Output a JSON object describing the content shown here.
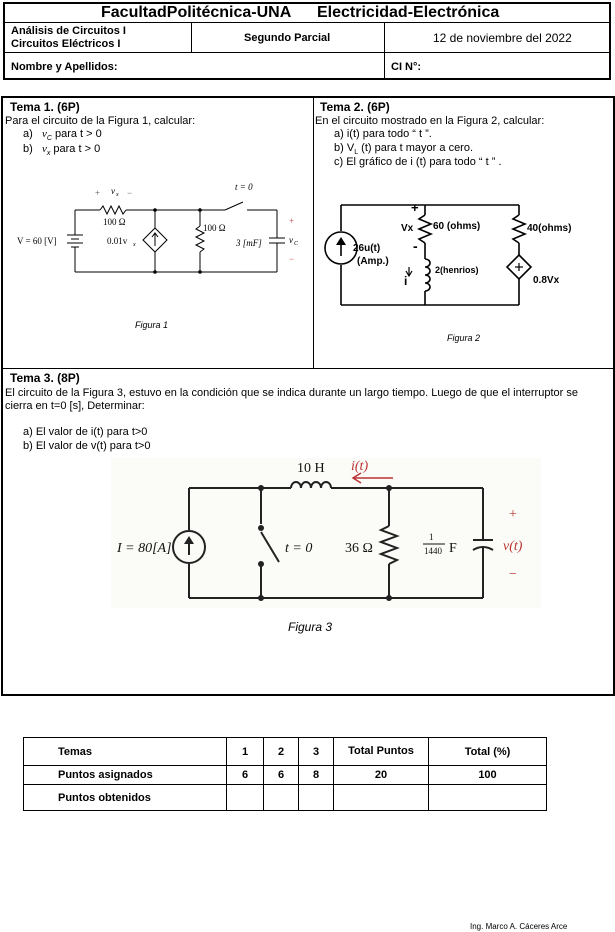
{
  "header": {
    "faculty": "FacultadPolitécnica-UNA",
    "department": "Electricidad-Electrónica",
    "course_line1": "Análisis de Circuitos I",
    "course_line2": "Circuitos Eléctricos I",
    "exam_name": "Segundo Parcial",
    "date": "12 de noviembre del 2022",
    "name_label": "Nombre y Apellidos:",
    "ci_label": "CI N°:"
  },
  "tema1": {
    "title": "Tema 1. (6P)",
    "statement": "Para el circuito de la Figura 1, calcular:",
    "items": [
      "a)",
      "b)"
    ],
    "item_a_var": "v",
    "item_a_sub": "C",
    "item_a_rest": " para t > 0",
    "item_b_var": "v",
    "item_b_sub": "x",
    "item_b_rest": " para t > 0",
    "figure_caption": "Figura 1",
    "circuit": {
      "source": "V = 60 [V]",
      "r1": "100 Ω",
      "vx": "v",
      "vx_sub": "x",
      "dep_source": "0.01v",
      "dep_sub": "x",
      "r2": "100 Ω",
      "switch": "t = 0",
      "cap": "3 [mF]",
      "vc": "v",
      "vc_sub": "C",
      "plus": "+",
      "minus": "−"
    }
  },
  "tema2": {
    "title": "Tema 2. (6P)",
    "statement": "En el circuito mostrado en la Figura 2, calcular:",
    "item_a": "a)   i(t) para todo “ t ”.",
    "item_b_pre": "b)   V",
    "item_b_sub": "L",
    "item_b_post": " (t) para t mayor a cero.",
    "item_c": "c)   El gráfico de i (t) para todo “ t ” .",
    "figure_caption": "Figura 2",
    "circuit": {
      "source_l1": "26u(t)",
      "source_l2": "(Amp.)",
      "vx": "Vx",
      "r1": "60 (ohms)",
      "inductor": "2(henrios)",
      "i": "i",
      "r2": "40(ohms)",
      "dep": "0.8Vx",
      "plus": "+",
      "minus": "-"
    }
  },
  "tema3": {
    "title": "Tema 3. (8P)",
    "statement_l1": "El circuito de la Figura 3, estuvo en la condición que se indica durante un largo tiempo. Luego de que el interruptor se",
    "statement_l2": "cierra en t=0 [s], Determinar:",
    "item_a": "a)   El valor de i(t) para t>0",
    "item_b": "b)   El valor de v(t) para t>0",
    "figure_caption": "Figura 3",
    "circuit": {
      "inductor": "10 H",
      "current": "i(t)",
      "source": "I = 80[A]",
      "switch": "t = 0",
      "resistor": "36 Ω",
      "cap_num": "1",
      "cap_den": "1440",
      "cap_unit": "F",
      "voltage": "v(t)",
      "plus": "+",
      "minus": "−"
    }
  },
  "score_table": {
    "row1": [
      "Temas",
      "1",
      "2",
      "3",
      "Total Puntos",
      "Total (%)"
    ],
    "row2": [
      "Puntos asignados",
      "6",
      "6",
      "8",
      "20",
      "100"
    ],
    "row3": [
      "Puntos obtenidos",
      "",
      "",
      "",
      "",
      ""
    ]
  },
  "footer": "Ing. Marco A. Cáceres Arce"
}
